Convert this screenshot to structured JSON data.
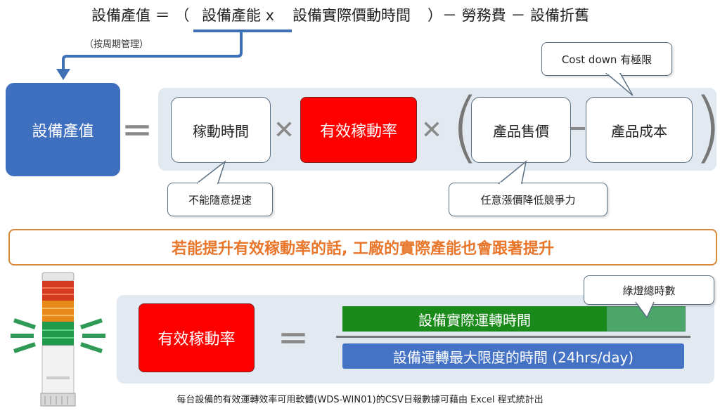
{
  "formula": {
    "part1": "設備產值 ＝ （",
    "part2": "設備產能 x",
    "part3": "設備實際價動時間",
    "part4": "）－ 勞務費 － 設備折舊"
  },
  "formula_note": "（按周期管理）",
  "top": {
    "output_label": "設備產值",
    "equals": "＝",
    "times": "✕",
    "minus": "－",
    "paren_left": "(",
    "paren_right": ")",
    "box_operating_time": "稼動時間",
    "box_effective_rate": "有效稼動率",
    "box_price": "產品售價",
    "box_cost": "產品成本",
    "callout_cost_down": "Cost down 有極限",
    "callout_speed": "不能隨意提速",
    "callout_price": "任意漲價降低競爭力"
  },
  "banner": "若能提升有效稼動率的話, 工廠的實際產能也會跟著提升",
  "bottom": {
    "rate_label": "有效稼動率",
    "equals": "＝",
    "numerator": "設備實際運轉時間",
    "denominator": "設備運轉最大限度的時間 (24hrs/day)",
    "callout_green": "綠燈總時數"
  },
  "caption": "每台設備的有效運轉效率可用軟體(WDS-WIN01)的CSV日報數據可藉由 Excel 程式統計出",
  "colors": {
    "accent_blue": "#3f6fbf",
    "accent_red": "#ff0000",
    "accent_orange": "#e8762b",
    "green": "#1a8a1a",
    "panel": "#e3e9f0"
  }
}
